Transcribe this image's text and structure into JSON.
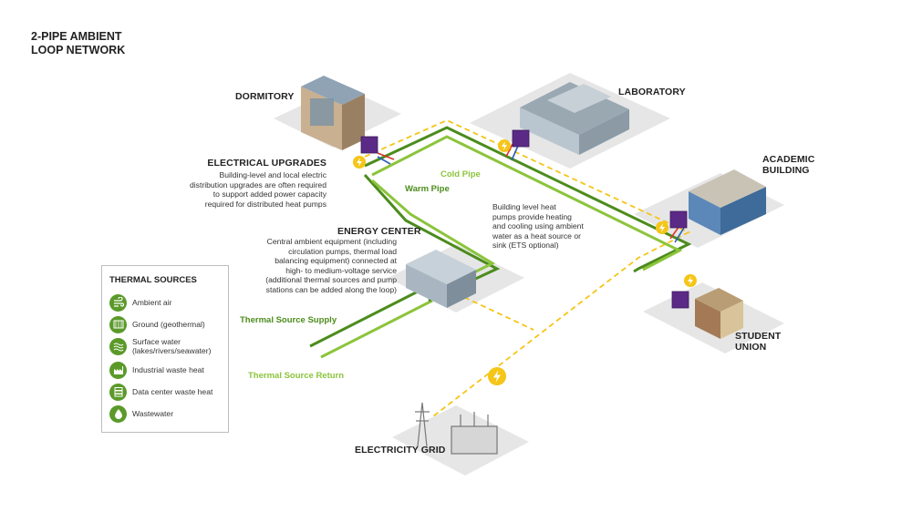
{
  "title": [
    "2-PIPE AMBIENT",
    "LOOP NETWORK"
  ],
  "buildings": {
    "dormitory": "DORMITORY",
    "laboratory": "LABORATORY",
    "academic": [
      "ACADEMIC",
      "BUILDING"
    ],
    "student_union": [
      "STUDENT",
      "UNION"
    ],
    "energy_center": "ENERGY CENTER",
    "electricity_grid": "ELECTRICITY GRID"
  },
  "electrical_upgrades": {
    "heading": "ELECTRICAL UPGRADES",
    "lines": [
      "Building-level and local electric",
      "distribution upgrades are often required",
      "to support added power capacity",
      "required for distributed heat pumps"
    ]
  },
  "energy_center_desc": [
    "Central ambient equipment (including",
    "circulation pumps, thermal load",
    "balancing equipment) connected at",
    "high- to medium-voltage service",
    "(additional thermal sources and pump",
    "stations can be added along the loop)"
  ],
  "heat_pump_desc": [
    "Building level heat",
    "pumps provide heating",
    "and cooling using ambient",
    "water as a heat source or",
    "sink (ETS optional)"
  ],
  "pipes": {
    "cold": "Cold Pipe",
    "warm": "Warm Pipe",
    "supply": "Thermal Source Supply",
    "return": "Thermal Source Return"
  },
  "legend": {
    "title": "THERMAL SOURCES",
    "items": [
      {
        "label": [
          "Ambient air"
        ],
        "icon": "wind-icon"
      },
      {
        "label": [
          "Ground (geothermal)"
        ],
        "icon": "ground-icon"
      },
      {
        "label": [
          "Surface water",
          "(lakes/rivers/seawater)"
        ],
        "icon": "water-wave-icon"
      },
      {
        "label": [
          "Industrial waste heat"
        ],
        "icon": "factory-icon"
      },
      {
        "label": [
          "Data center waste heat"
        ],
        "icon": "server-icon"
      },
      {
        "label": [
          "Wastewater"
        ],
        "icon": "droplet-icon"
      }
    ]
  },
  "colors": {
    "warm_pipe": "#4c8c1c",
    "cold_pipe": "#8cc43c",
    "electric": "#f5c518",
    "heat_pump": "#5b2a86",
    "legend_icon": "#5b9a2a"
  }
}
